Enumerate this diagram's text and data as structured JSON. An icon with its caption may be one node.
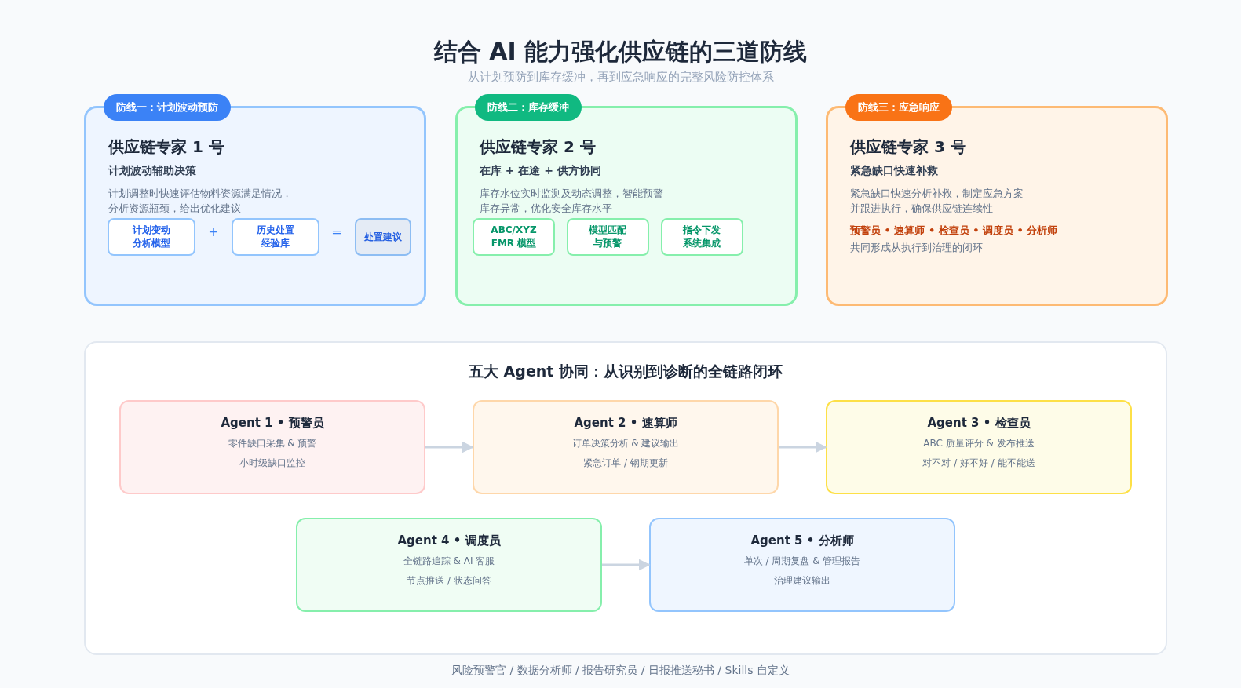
{
  "diagram": {
    "title": "结合 AI 能力强化供应链的三道防线",
    "nodes": [
      {
        "text": [
          "防线一：计划波动预防",
          "供应链专家 1 号",
          "计划波动辅助决策",
          "计划调整时快速评估物料资源满足情况，分析资源瓶颈，给出优化建议"
        ]
      },
      {
        "text": [
          "计划变动分析模型"
        ],
        "in": 0
      },
      {
        "text": [
          "历史处置经验库"
        ],
        "in": 0
      },
      {
        "text": [
          "处置建议"
        ],
        "in": 0
      },
      {
        "text": [
          "防线二：库存缓冲",
          "供应链专家 2 号",
          "在库 + 在途 + 供方协同",
          "库存水位实时监测及动态调整，智能预警库存异常，优化安全库存水平"
        ]
      },
      {
        "text": [
          "ABC/XYZ FMR 模型"
        ],
        "in": 4
      },
      {
        "text": [
          "模型匹配与预警"
        ],
        "in": 4
      },
      {
        "text": [
          "指令下发系统集成"
        ],
        "in": 4
      },
      {
        "text": [
          "防线三：应急响应",
          "供应链专家 3 号",
          "紧急缺口快速补救",
          "紧急缺口快速分析补救，制定应急方案并跟进执行，确保供应链连续性",
          "预警员 • 速算师 • 检查员 • 调度员 • 分析师",
          "共同形成从执行到治理的闭环"
        ]
      },
      {
        "text": [
          "五大 Agent 协同：从识别到诊断的全链路闭环"
        ]
      },
      {
        "text": [
          "Agent 1 • 预警员",
          "零件缺口采集 & 预警",
          "小时级缺口监控"
        ],
        "in": 9
      },
      {
        "text": [
          "Agent 2 • 速算师",
          "订单决策分析 & 建议输出",
          "紧急订单 / 钢期更新"
        ],
        "in": 9
      },
      {
        "text": [
          "Agent 3 • 检查员",
          "ABC 质量评分 & 发布推送",
          "对不对 / 好不好 / 能不能送"
        ],
        "in": 9
      },
      {
        "text": [
          "Agent 4 • 调度员",
          "全链路追踪 & AI 客服",
          "节点推送 / 状态问答"
        ],
        "in": 9
      },
      {
        "text": [
          "Agent 5 • 分析师",
          "单次 / 周期复盘 & 管理报告",
          "治理建议输出"
        ],
        "in": 9
      }
    ],
    "edges": [
      {
        "from": 10,
        "to": 11,
        "arrow": "to"
      },
      {
        "from": 11,
        "to": 12,
        "arrow": "to"
      },
      {
        "from": 13,
        "to": 14,
        "arrow": "to"
      }
    ],
    "labels": [
      "从计划预防到库存缓冲，再到应急响应的完整风险防控体系",
      "+",
      "=",
      "风险预警官 / 数据分析师 / 报告研究员 / 日报推送秘书 / Skills 自定义"
    ]
  }
}
